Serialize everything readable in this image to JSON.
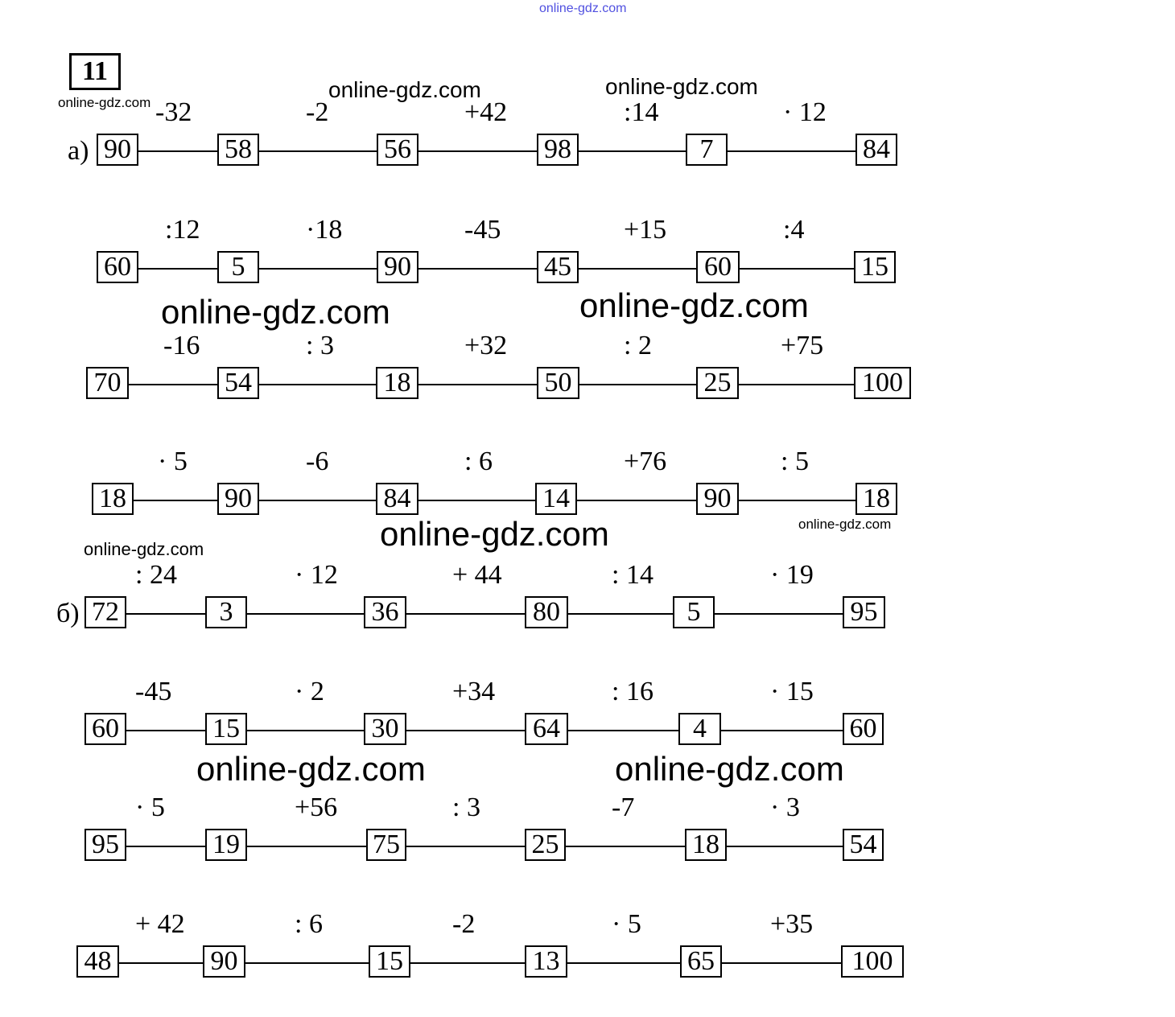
{
  "task_number": "11",
  "watermark": "online-gdz.com",
  "rows": [
    {
      "label": "а)",
      "ops": [
        "-32",
        "-2",
        "+42",
        ":14",
        "· 12"
      ],
      "values": [
        "90",
        "58",
        "56",
        "98",
        "7",
        "84"
      ]
    },
    {
      "label": "",
      "ops": [
        ":12",
        "·18",
        "-45",
        "+15",
        ":4"
      ],
      "values": [
        "60",
        "5",
        "90",
        "45",
        "60",
        "15"
      ]
    },
    {
      "label": "",
      "ops": [
        "-16",
        ": 3",
        "+32",
        ": 2",
        "+75"
      ],
      "values": [
        "70",
        "54",
        "18",
        "50",
        "25",
        "100"
      ]
    },
    {
      "label": "",
      "ops": [
        "· 5",
        "-6",
        ": 6",
        "+76",
        ": 5"
      ],
      "values": [
        "18",
        "90",
        "84",
        "14",
        "90",
        "18"
      ]
    },
    {
      "label": "б)",
      "ops": [
        ": 24",
        "· 12",
        "+ 44",
        ": 14",
        "· 19"
      ],
      "values": [
        "72",
        "3",
        "36",
        "80",
        "5",
        "95"
      ]
    },
    {
      "label": "",
      "ops": [
        "-45",
        "· 2",
        "+34",
        ": 16",
        "· 15"
      ],
      "values": [
        "60",
        "15",
        "30",
        "64",
        "4",
        "60"
      ]
    },
    {
      "label": "",
      "ops": [
        "· 5",
        "+56",
        ": 3",
        "-7",
        "· 3"
      ],
      "values": [
        "95",
        "19",
        "75",
        "25",
        "18",
        "54"
      ]
    },
    {
      "label": "",
      "ops": [
        "+ 42",
        ": 6",
        "-2",
        "· 5",
        "+35"
      ],
      "values": [
        "48",
        "90",
        "15",
        "13",
        "65",
        "100"
      ]
    }
  ]
}
